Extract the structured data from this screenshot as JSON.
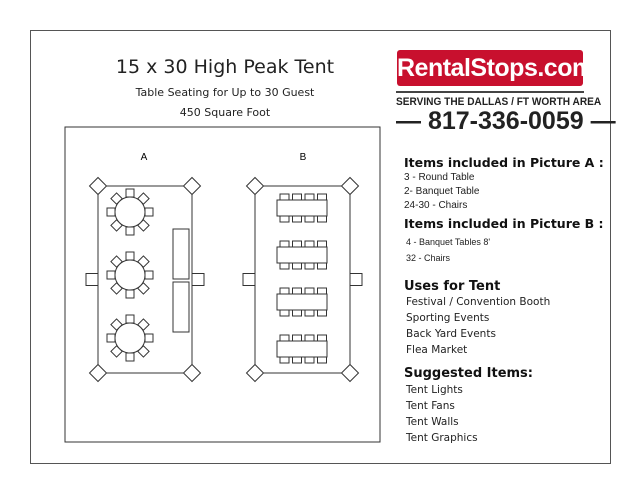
{
  "title": "15 x 30 High Peak Tent",
  "subtitle": "Table Seating for Up to 30 Guest",
  "area": "450 Square Foot",
  "logo": {
    "text": "RentalStops.com",
    "tagline": "SERVING THE DALLAS / FT WORTH AREA",
    "phone": "817-336-0059",
    "brand_color": "#c8102e"
  },
  "diagram": {
    "label_a": "A",
    "label_b": "B"
  },
  "picture_a": {
    "heading": "Items included in Picture A :",
    "items": [
      "3 - Round Table",
      "2- Banquet Table",
      "24-30 - Chairs"
    ]
  },
  "picture_b": {
    "heading": "Items included in Picture B :",
    "items": [
      "4 - Banquet Tables 8'",
      "32 - Chairs"
    ]
  },
  "uses": {
    "heading": "Uses for Tent",
    "items": [
      "Festival / Convention Booth",
      "Sporting Events",
      "Back Yard Events",
      "Flea Market"
    ]
  },
  "suggested": {
    "heading": "Suggested Items:",
    "items": [
      "Tent Lights",
      "Tent Fans",
      "Tent Walls",
      "Tent Graphics"
    ]
  }
}
